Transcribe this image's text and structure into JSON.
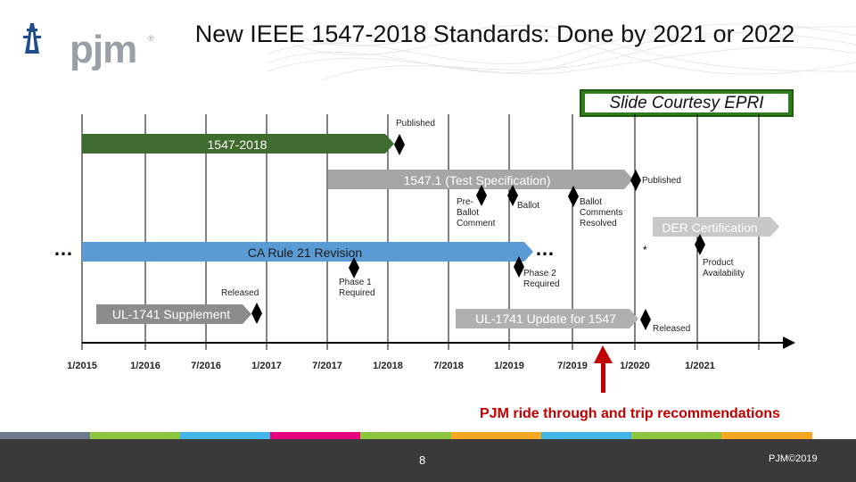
{
  "header": {
    "logo_text": "pjm",
    "logo_mark": "®",
    "title": "New IEEE 1547-2018 Standards: Done by 2021 or 2022"
  },
  "courtesy_label": "Slide Courtesy EPRI",
  "timeline": {
    "axis_labels": [
      "1/2015",
      "1/2016",
      "7/2016",
      "1/2017",
      "7/2017",
      "1/2018",
      "7/2018",
      "1/2019",
      "7/2019",
      "1/2020",
      "1/2021"
    ],
    "bars": [
      {
        "label": "1547-2018",
        "color": "#3e6b2e",
        "text_color": "#ffffff"
      },
      {
        "label": "1547.1 (Test Specification)",
        "color": "#a6a6a6",
        "text_color": "#ffffff"
      },
      {
        "label": "DER Certification",
        "color": "#c8c8c8",
        "text_color": "#ffffff"
      },
      {
        "label": "CA Rule 21 Revision",
        "color": "#5b9bd5",
        "text_color": "#1a1a1a"
      },
      {
        "label": "UL-1741 Supplement",
        "color": "#8c8c8c",
        "text_color": "#ffffff"
      },
      {
        "label": "UL-1741 Update for 1547",
        "color": "#b0b0b0",
        "text_color": "#ffffff"
      }
    ],
    "milestones": [
      {
        "label": "Published"
      },
      {
        "label": "Published"
      },
      {
        "label": "Pre-\nBallot\nComment"
      },
      {
        "label": "Ballot"
      },
      {
        "label": "Ballot\nComments\nResolved"
      },
      {
        "label": "Phase 1\nRequired"
      },
      {
        "label": "Phase 2\nRequired"
      },
      {
        "label": "Released"
      },
      {
        "label": "Released"
      },
      {
        "label": "Product\nAvailability"
      }
    ],
    "ellipsis": "…",
    "marker_asterisk": "*"
  },
  "recommendation_note": "PJM ride through and trip recommendations",
  "footer": {
    "page_number": "8",
    "copyright": "PJM©2019"
  },
  "colors": {
    "accent_red": "#c00000",
    "footer_bg": "#3a3a3a",
    "stripe_colors": [
      "#6e7b8b",
      "#8cc63f",
      "#41b6e6",
      "#e6007e",
      "#8cc63f",
      "#f7a823",
      "#41b6e6",
      "#8cc63f",
      "#f7a823"
    ]
  }
}
